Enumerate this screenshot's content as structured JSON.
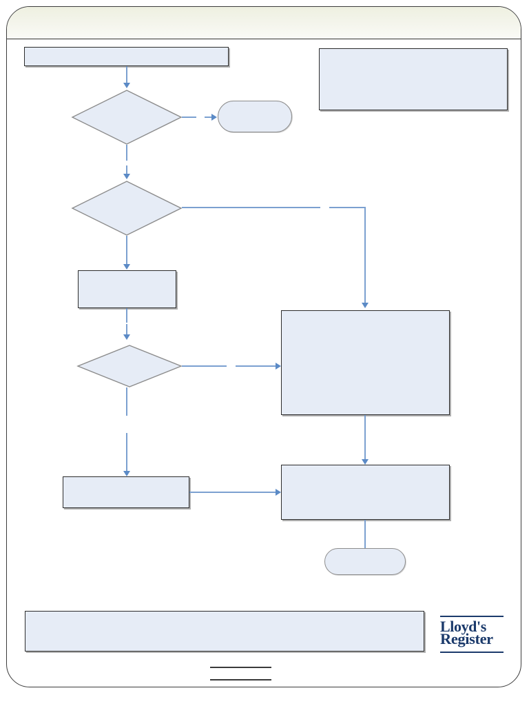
{
  "document": {
    "page_frame": {
      "header_band_color": "#f3f4ea",
      "border_color": "#3b3b3b"
    }
  },
  "theme": {
    "shape_fill": "#e6ecf6",
    "shape_border": "#2b2b2b",
    "terminator_border": "#8c8c8c",
    "connector_color": "#7ba0d0",
    "arrowhead_color": "#5b8ac6",
    "logo_color": "#1b3a6b",
    "footer_rule_color": "#3a3a3a"
  },
  "flowchart": {
    "type": "flowchart",
    "nodes": [
      {
        "id": "n1",
        "shape": "process",
        "label": ""
      },
      {
        "id": "n2",
        "shape": "decision",
        "label": ""
      },
      {
        "id": "n3",
        "shape": "terminator",
        "label": ""
      },
      {
        "id": "n4",
        "shape": "process",
        "label": ""
      },
      {
        "id": "n5",
        "shape": "decision",
        "label": ""
      },
      {
        "id": "n6",
        "shape": "process",
        "label": ""
      },
      {
        "id": "n7",
        "shape": "decision",
        "label": ""
      },
      {
        "id": "n8",
        "shape": "process",
        "label": ""
      },
      {
        "id": "n9",
        "shape": "process",
        "label": ""
      },
      {
        "id": "n10",
        "shape": "process",
        "label": ""
      },
      {
        "id": "n11",
        "shape": "terminator",
        "label": ""
      }
    ],
    "edges": [
      {
        "from": "n1",
        "to": "n2",
        "label": ""
      },
      {
        "from": "n2",
        "to": "n3",
        "label": ""
      },
      {
        "from": "n2",
        "to": "n5",
        "label": ""
      },
      {
        "from": "n5",
        "to": "n6",
        "label": ""
      },
      {
        "from": "n5",
        "to": "n9",
        "label": ""
      },
      {
        "from": "n6",
        "to": "n7",
        "label": ""
      },
      {
        "from": "n7",
        "to": "n9",
        "label": ""
      },
      {
        "from": "n7",
        "to": "n8",
        "label": ""
      },
      {
        "from": "n8",
        "to": "n10",
        "label": ""
      },
      {
        "from": "n9",
        "to": "n10",
        "label": ""
      },
      {
        "from": "n10",
        "to": "n11",
        "label": ""
      }
    ]
  },
  "logo": {
    "name": "lloyds-register",
    "line1": "Lloyd's",
    "line2": "Register"
  },
  "footer": {
    "rule_count": 2
  }
}
